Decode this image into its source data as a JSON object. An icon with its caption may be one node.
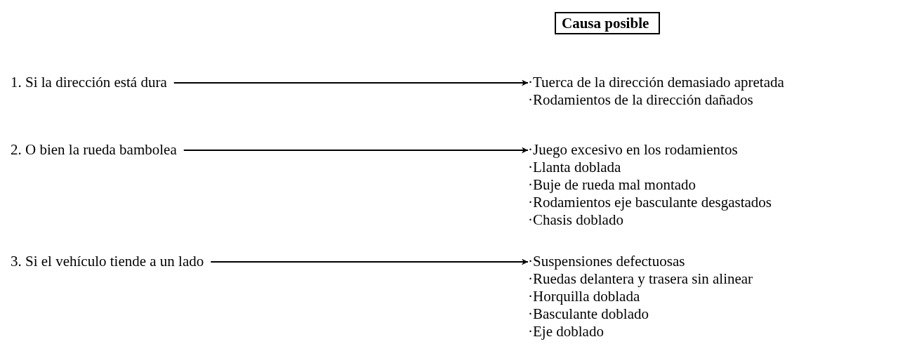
{
  "diagram": {
    "nodes": [
      {
        "text": [
          "Causa posible"
        ]
      },
      {
        "text": [
          "1. Si la dirección está dura"
        ]
      },
      {
        "text": [
          "·Tuerca de la dirección demasiado apretada",
          "·Rodamientos de la dirección dañados"
        ]
      },
      {
        "text": [
          "2. O bien la rueda bambolea"
        ]
      },
      {
        "text": [
          "·Juego excesivo en los rodamientos",
          "·Llanta doblada",
          "·Buje de rueda mal montado",
          "·Rodamientos eje basculante desgastados",
          "·Chasis doblado"
        ]
      },
      {
        "text": [
          "3. Si el vehículo tiende a un lado"
        ]
      },
      {
        "text": [
          "·Suspensiones defectuosas",
          "·Ruedas delantera y trasera sin alinear",
          "·Horquilla doblada",
          "·Basculante doblado",
          "·Eje doblado"
        ]
      }
    ],
    "edges": [
      {
        "from": 1,
        "to": 2,
        "arrow": "to"
      },
      {
        "from": 3,
        "to": 4,
        "arrow": "to"
      },
      {
        "from": 5,
        "to": 6,
        "arrow": "to"
      }
    ]
  }
}
